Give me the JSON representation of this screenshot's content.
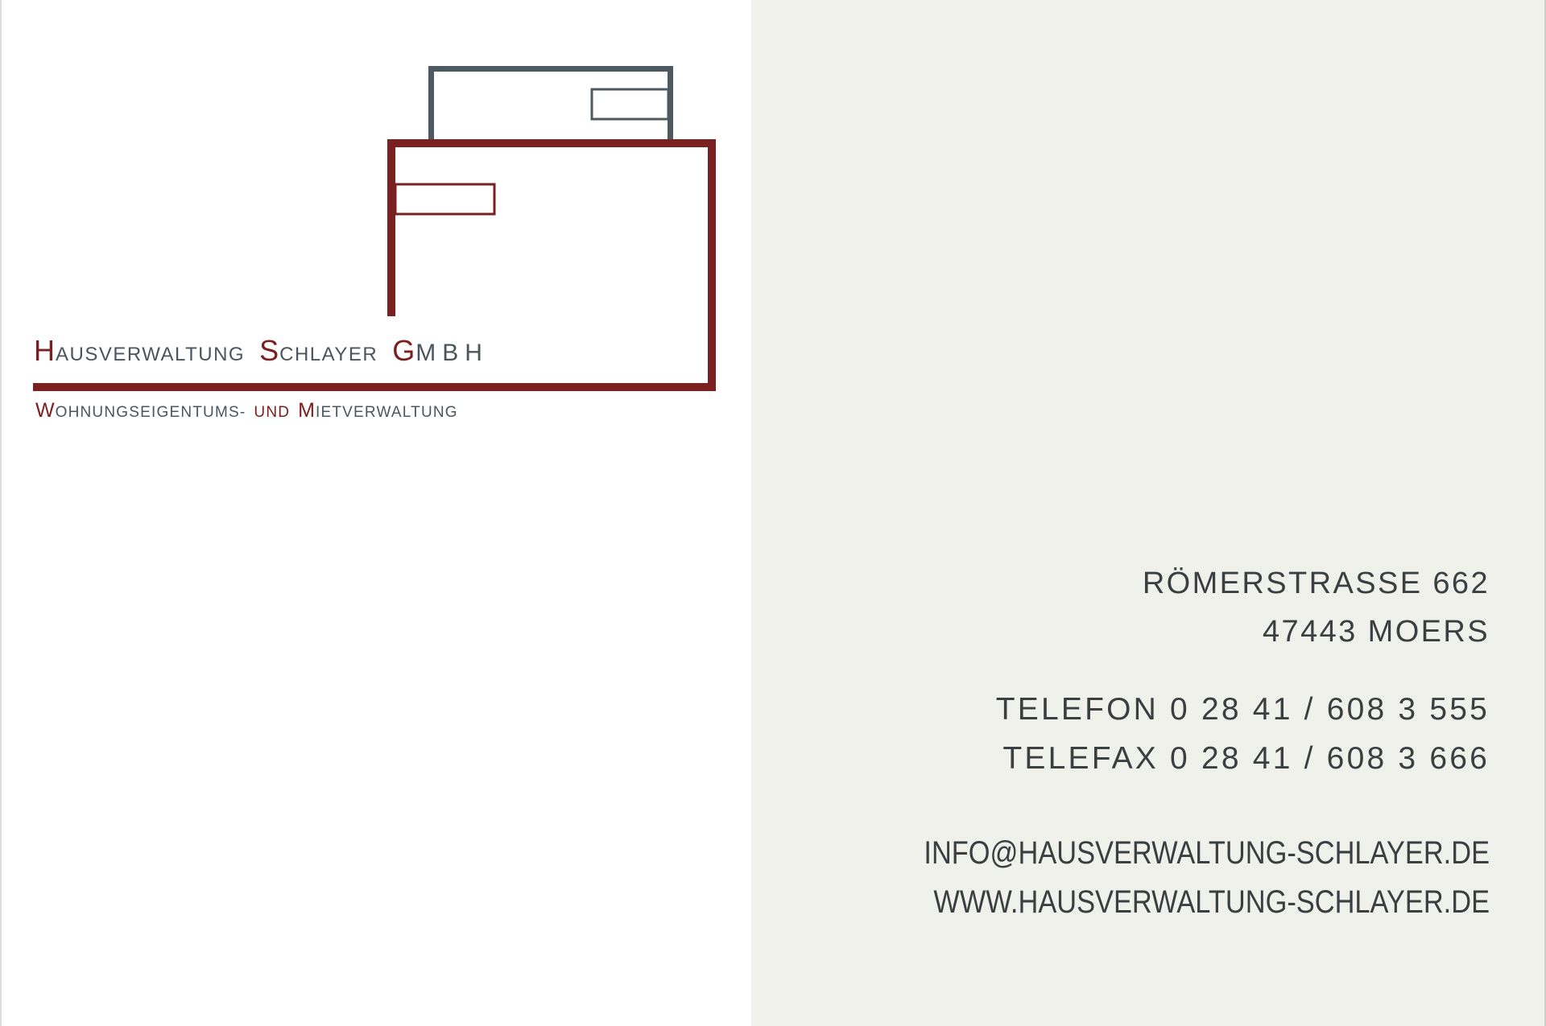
{
  "colors": {
    "brand_red": "#7b2020",
    "brand_gray": "#4e5a61",
    "text_gray": "#4a555c",
    "panel_left": "#ffffff",
    "panel_right": "#f1f1ec"
  },
  "logo": {
    "icon": "house-outline-logo-icon",
    "company_name": {
      "word1_initial": "H",
      "word1_rest": "ausverwaltung",
      "word2_initial": "S",
      "word2_rest": "chlayer",
      "word3_initial": "G",
      "word3_rest": "mbh"
    },
    "tagline": {
      "word1_initial": "W",
      "word1_rest": "ohnungseigentums-",
      "word2": "und",
      "word3_initial": "M",
      "word3_rest": "ietverwaltung"
    }
  },
  "contact": {
    "address": {
      "street": "RÖMERSTRASSE 662",
      "city": "47443 MOERS"
    },
    "phone": {
      "telefon": "TELEFON 0 28 41 / 608 3 555",
      "telefax": "TELEFAX 0 28 41 / 608 3 666"
    },
    "online": {
      "email": "INFO@HAUSVERWALTUNG-SCHLAYER.DE",
      "website": "WWW.HAUSVERWALTUNG-SCHLAYER.DE"
    }
  }
}
